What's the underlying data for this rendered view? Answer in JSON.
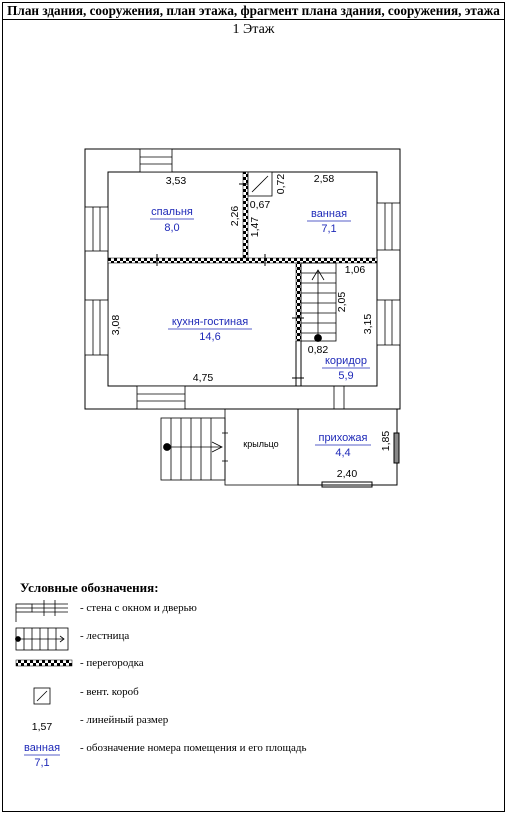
{
  "header": {
    "title": "План здания, сооружения, план этажа, фрагмент плана здания, сооружения, этажа"
  },
  "floor": {
    "label": "1 Этаж"
  },
  "rooms": {
    "bedroom": {
      "name": "спальня",
      "area": "8,0"
    },
    "bathroom": {
      "name": "ванная",
      "area": "7,1"
    },
    "kitchen": {
      "name": "кухня-гостиная",
      "area": "14,6"
    },
    "corridor": {
      "name": "коридор",
      "area": "5,9"
    },
    "hall": {
      "name": "прихожая",
      "area": "4,4"
    },
    "porch": {
      "name": "крыльцо"
    }
  },
  "dimensions": {
    "d353": "3,53",
    "d258": "2,58",
    "d226": "2,26",
    "d067": "0,67",
    "d072": "0,72",
    "d147": "1,47",
    "d106": "1,06",
    "d308": "3,08",
    "d205": "2,05",
    "d315": "3,15",
    "d082": "0,82",
    "d475": "4,75",
    "d185": "1,85",
    "d240": "2,40"
  },
  "legend": {
    "title": "Условные обозначения:",
    "items": [
      {
        "text": "- стена с окном и дверью",
        "icon": "wall-window-door-icon"
      },
      {
        "text": "- лестница",
        "icon": "stair-icon"
      },
      {
        "text": "- перегородка",
        "icon": "partition-icon"
      },
      {
        "text": "- вент. короб",
        "icon": "vent-duct-icon"
      },
      {
        "text": "- линейный размер",
        "sample": "1,57"
      },
      {
        "text": "- обозначение номера помещения и его площадь",
        "sample_name": "ванная",
        "sample_area": "7,1"
      }
    ]
  },
  "colors": {
    "label_blue": "#1f2ab8"
  }
}
